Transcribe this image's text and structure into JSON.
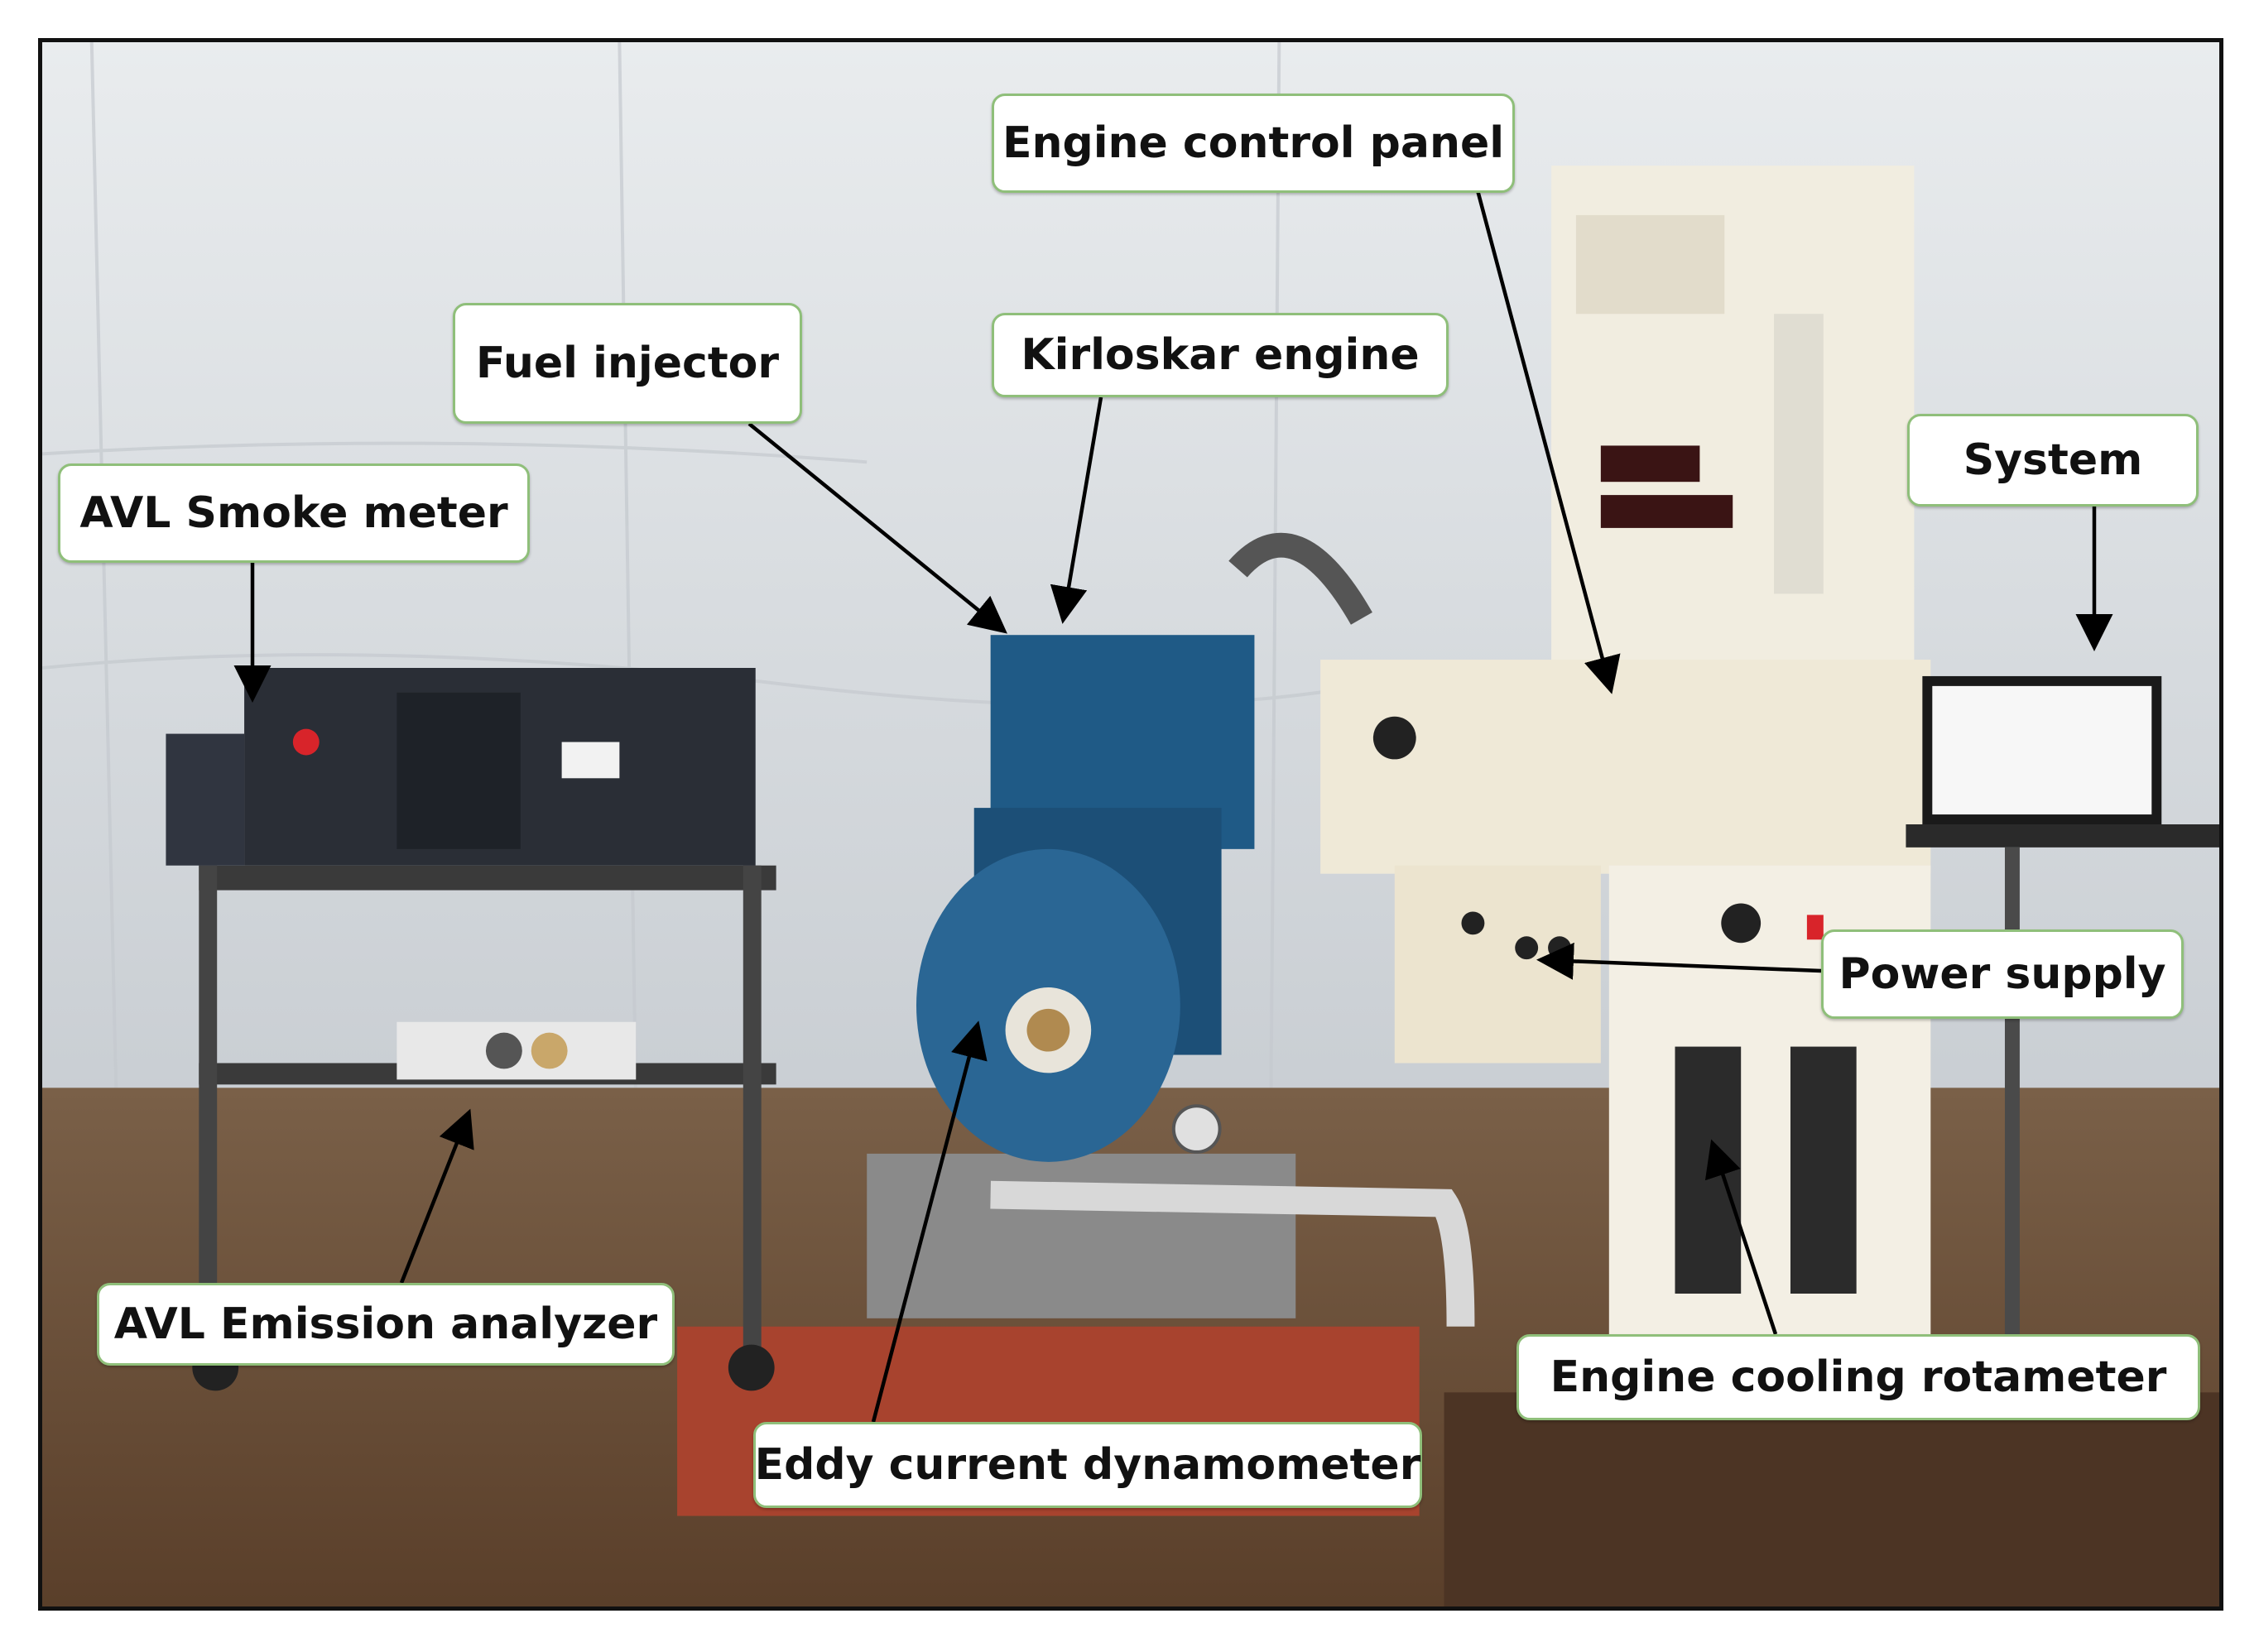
{
  "figure": {
    "labels": {
      "engine_control_panel": "Engine control panel",
      "fuel_injector": "Fuel injector",
      "kirloskar_engine": "Kirloskar engine",
      "avl_smoke_meter": "AVL Smoke meter",
      "system": "System",
      "power_supply": "Power supply",
      "avl_emission_analyzer": "AVL Emission analyzer",
      "engine_cooling_rotameter": "Engine cooling rotameter",
      "eddy_current_dynamometer": "Eddy current dynamometer"
    },
    "colors": {
      "background_wall": "#dcdfe2",
      "floor": "#6b4c32",
      "red_mat": "#a8432e",
      "engine_blue": "#1f5a86",
      "panel_cream": "#f1ede0",
      "callout_border": "#8fbf7a",
      "arrow": "#000000"
    }
  }
}
